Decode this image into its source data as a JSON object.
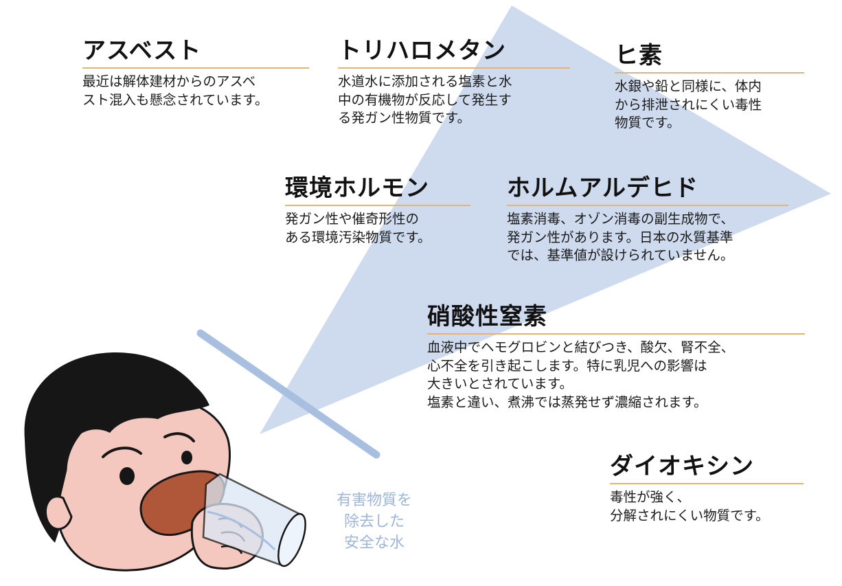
{
  "sections": [
    {
      "title": "アスベスト",
      "text": "最近は解体建材からのアスベ\nスト混入も懸念されています。"
    },
    {
      "title": "トリハロメタン",
      "text": "水道水に添加される塩素と水\n中の有機物が反応して発生す\nる発ガン性物質です。"
    },
    {
      "title": "ヒ素",
      "text": "水銀や鉛と同様に、体内\nから排泄されにくい毒性\n物質です。"
    },
    {
      "title": "環境ホルモン",
      "text": "発ガン性や催奇形性の\nある環境汚染物質です。"
    },
    {
      "title": "ホルムアルデヒド",
      "text": "塩素消毒、オゾン消毒の副生成物で、\n発ガン性があります。日本の水質基準\nでは、基準値が設けられていません。"
    },
    {
      "title": "硝酸性窒素",
      "text": "血液中でヘモグロビンと結びつき、酸欠、腎不全、\n心不全を引き起こします。特に乳児への影響は\n大きいとされています。\n塩素と違い、煮沸では蒸発せず濃縮されます。"
    },
    {
      "title": "ダイオキシン",
      "text": "毒性が強く、\n分解されにくい物質です。"
    }
  ],
  "illustration": {
    "water_label": "有害物質を\n除去した\n安全な水",
    "icons": [
      "child-drinking-icon",
      "water-glass-icon",
      "filter-beam-icon",
      "filter-barrier-icon"
    ]
  },
  "colors": {
    "beam": "#c9d6ec",
    "barrier": "#a9bfe0",
    "underline": "#e2b47c",
    "label": "#9db5d9",
    "hair": "#161616",
    "skin": "#f5c8bf",
    "mouth": "#b0573a"
  }
}
